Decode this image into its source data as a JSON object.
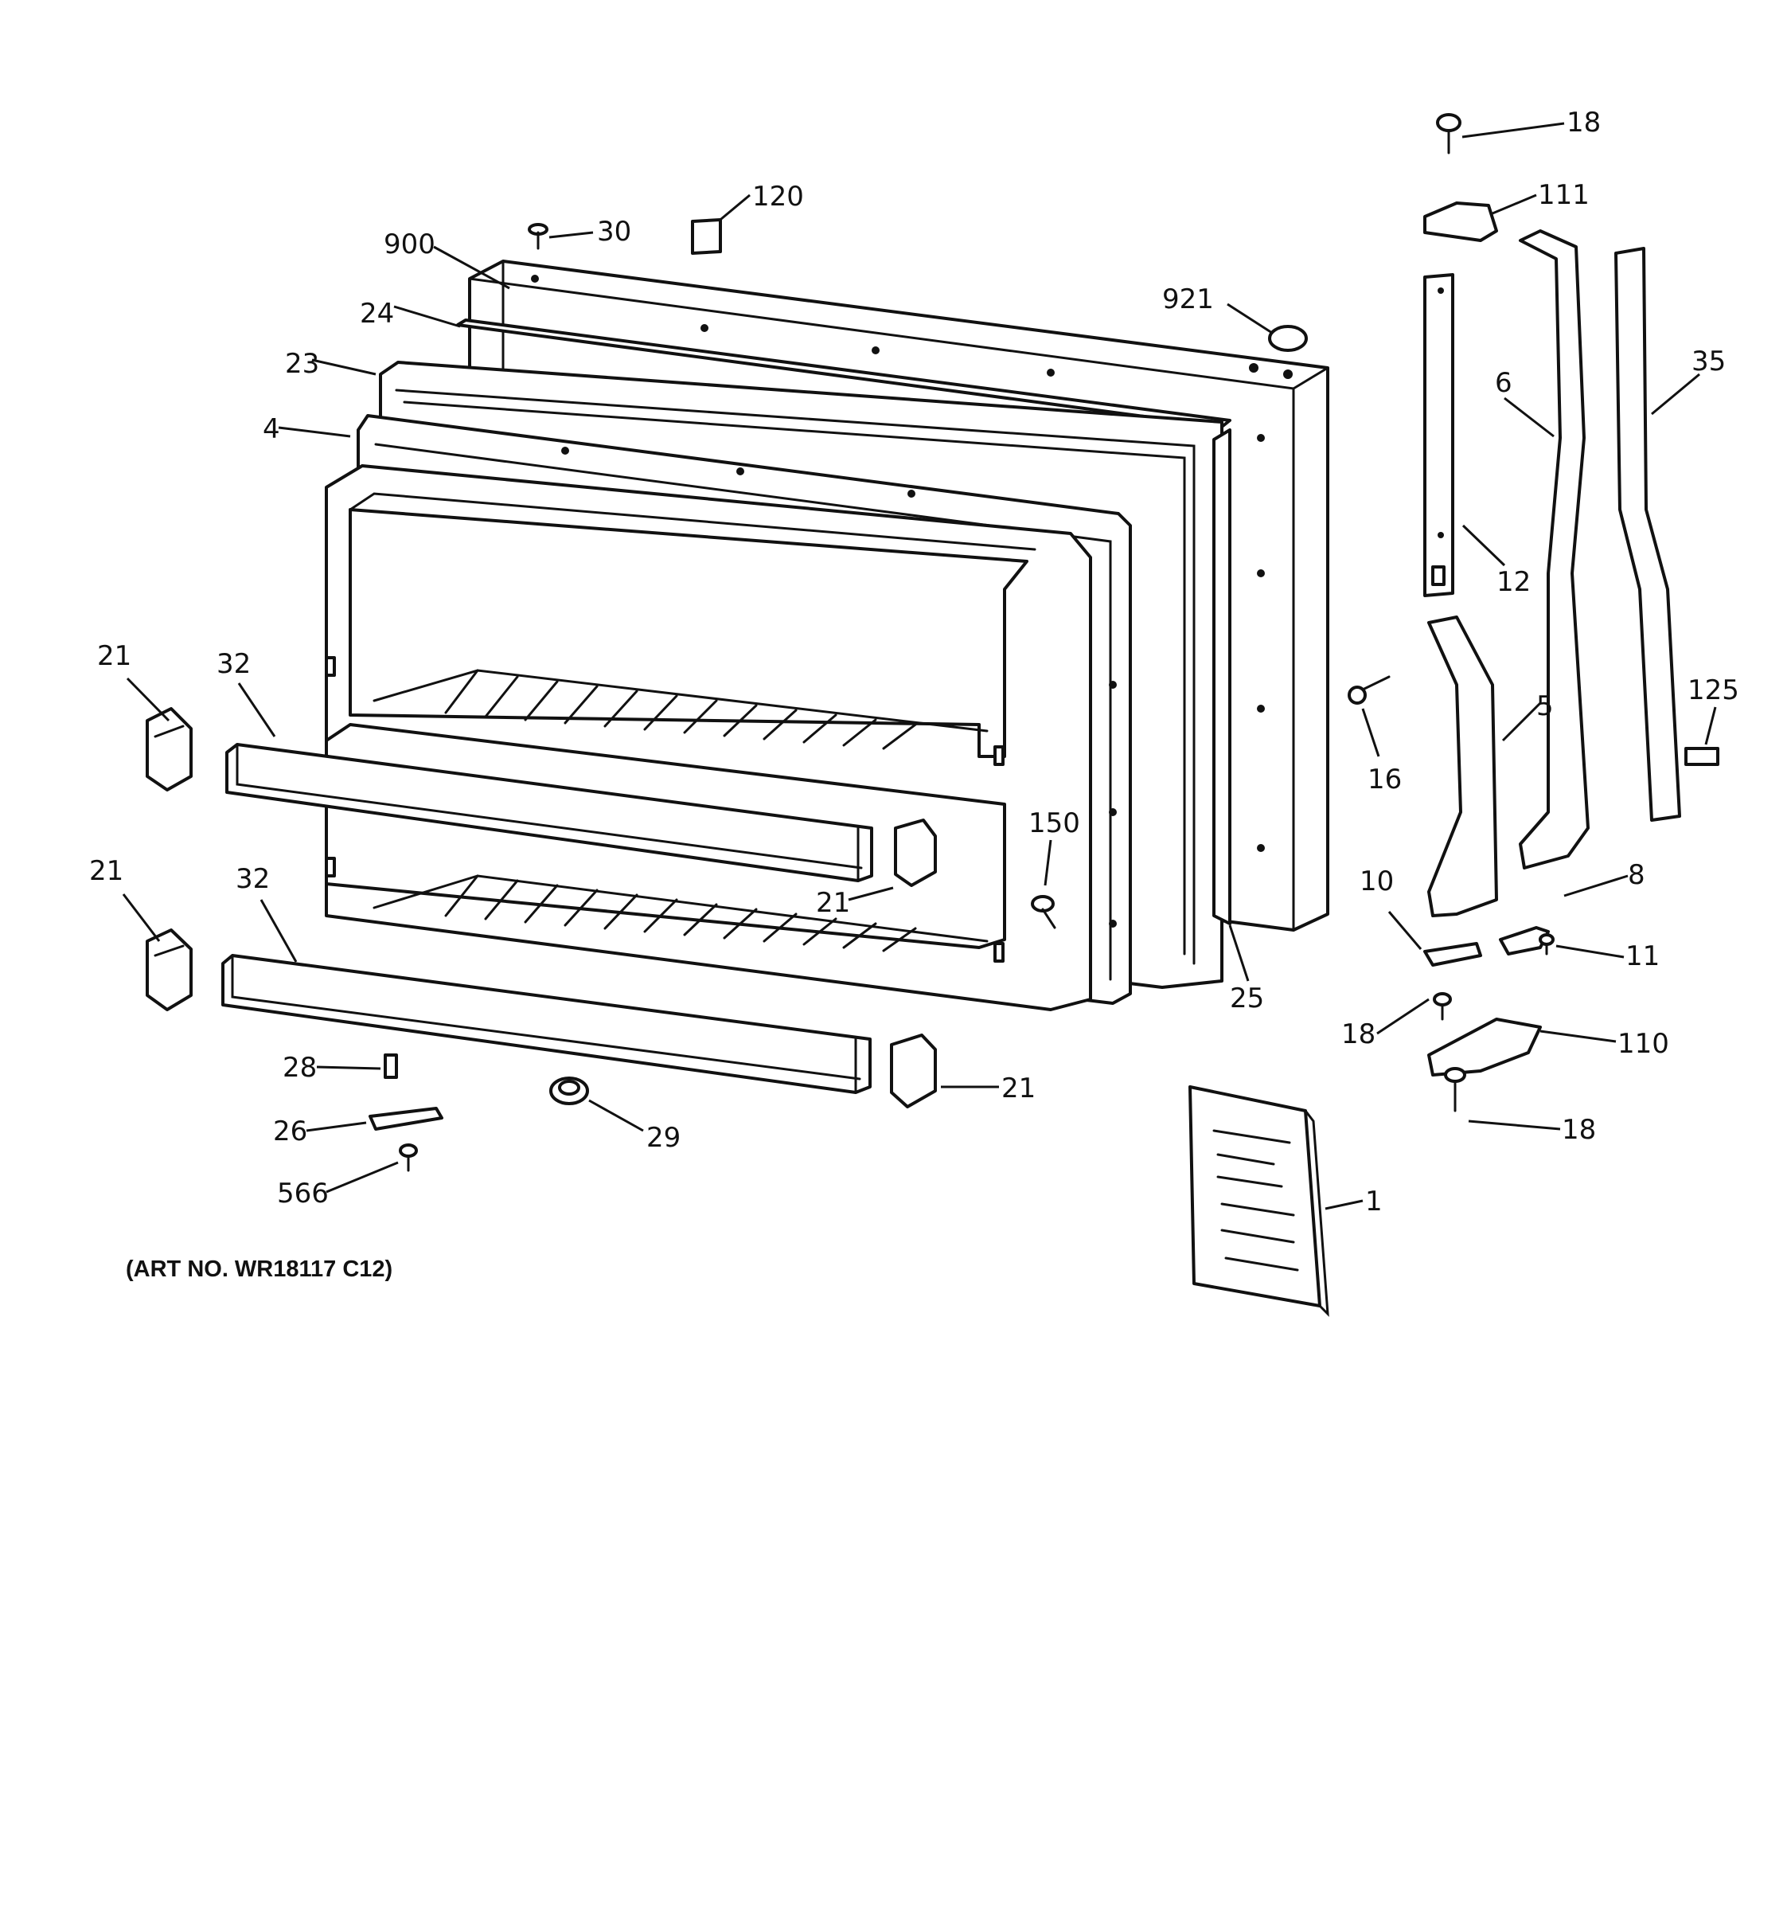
{
  "art_number": "(ART NO. WR18117 C12)",
  "callouts": [
    "18",
    "111",
    "120",
    "30",
    "900",
    "921",
    "24",
    "23",
    "35",
    "6",
    "4",
    "12",
    "21",
    "32",
    "16",
    "5",
    "125",
    "150",
    "21",
    "21",
    "32",
    "10",
    "8",
    "11",
    "21",
    "25",
    "18",
    "110",
    "28",
    "21",
    "26",
    "29",
    "18",
    "566",
    "1"
  ]
}
